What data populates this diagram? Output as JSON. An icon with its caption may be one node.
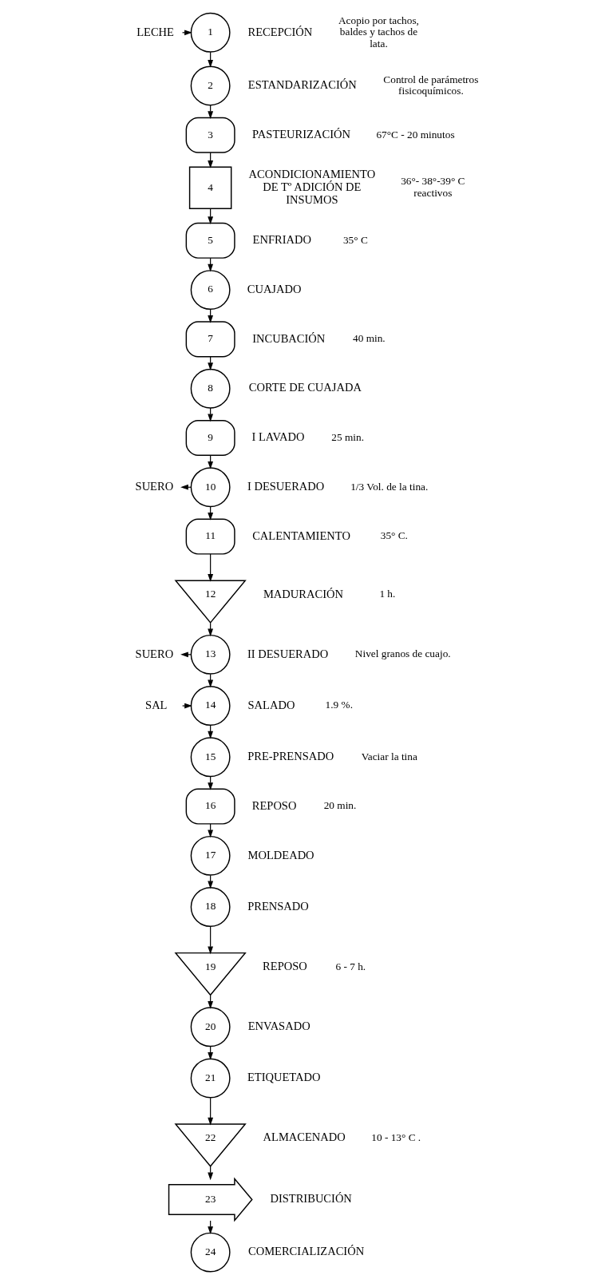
{
  "diagram": {
    "nodes": [
      {
        "text": [
          "LECHE"
        ]
      },
      {
        "text": [
          "1"
        ],
        "beside": [
          "RECEPCIÓN",
          "Acopio por tachos, baldes y tachos de lata."
        ]
      },
      {
        "text": [
          "2"
        ],
        "beside": [
          "ESTANDARIZACIÓN",
          "Control de parámetros fisicoquímicos."
        ]
      },
      {
        "text": [
          "3"
        ],
        "beside": [
          "PASTEURIZACIÓN",
          "67°C - 20 minutos"
        ]
      },
      {
        "text": [
          "4"
        ],
        "beside": [
          "ACONDICIONAMIENTO DE Tº ADICIÓN DE INSUMOS",
          "36°- 38°-39° C reactivos"
        ]
      },
      {
        "text": [
          "5"
        ],
        "beside": [
          "ENFRIADO",
          "35° C"
        ]
      },
      {
        "text": [
          "6"
        ],
        "beside": [
          "CUAJADO"
        ]
      },
      {
        "text": [
          "7"
        ],
        "beside": [
          "INCUBACIÓN",
          "40 min."
        ]
      },
      {
        "text": [
          "8"
        ],
        "beside": [
          "CORTE DE CUAJADA"
        ]
      },
      {
        "text": [
          "9"
        ],
        "beside": [
          "I LAVADO",
          "25 min."
        ]
      },
      {
        "text": [
          "SUERO"
        ]
      },
      {
        "text": [
          "10"
        ],
        "beside": [
          "I DESUERADO",
          "1/3 Vol. de la tina."
        ]
      },
      {
        "text": [
          "11"
        ],
        "beside": [
          "CALENTAMIENTO",
          "35° C."
        ]
      },
      {
        "text": [
          "12"
        ],
        "beside": [
          "MADURACIÓN",
          "1 h."
        ]
      },
      {
        "text": [
          "SUERO"
        ]
      },
      {
        "text": [
          "13"
        ],
        "beside": [
          "II DESUERADO",
          "Nivel granos de cuajo."
        ]
      },
      {
        "text": [
          "SAL"
        ]
      },
      {
        "text": [
          "14"
        ],
        "beside": [
          "SALADO",
          "1.9 %."
        ]
      },
      {
        "text": [
          "15"
        ],
        "beside": [
          "PRE-PRENSADO",
          "Vaciar la tina"
        ]
      },
      {
        "text": [
          "16"
        ],
        "beside": [
          "REPOSO",
          "20 min."
        ]
      },
      {
        "text": [
          "17"
        ],
        "beside": [
          "MOLDEADO"
        ]
      },
      {
        "text": [
          "18"
        ],
        "beside": [
          "PRENSADO"
        ]
      },
      {
        "text": [
          "19"
        ],
        "beside": [
          "REPOSO",
          "6 - 7 h."
        ]
      },
      {
        "text": [
          "20"
        ],
        "beside": [
          "ENVASADO"
        ]
      },
      {
        "text": [
          "21"
        ],
        "beside": [
          "ETIQUETADO"
        ]
      },
      {
        "text": [
          "22"
        ],
        "beside": [
          "ALMACENADO",
          "10 - 13° C ."
        ]
      },
      {
        "text": [
          "23"
        ],
        "beside": [
          "DISTRIBUCIÓN"
        ]
      },
      {
        "text": [
          "24"
        ],
        "beside": [
          "COMERCIALIZACIÓN"
        ]
      }
    ],
    "edges": [
      {
        "from": 0,
        "to": 1,
        "arrow": "to"
      },
      {
        "from": 1,
        "to": 2,
        "arrow": "to"
      },
      {
        "from": 2,
        "to": 3,
        "arrow": "to"
      },
      {
        "from": 3,
        "to": 4,
        "arrow": "to"
      },
      {
        "from": 4,
        "to": 5,
        "arrow": "to"
      },
      {
        "from": 5,
        "to": 6,
        "arrow": "to"
      },
      {
        "from": 6,
        "to": 7,
        "arrow": "to"
      },
      {
        "from": 7,
        "to": 8,
        "arrow": "to"
      },
      {
        "from": 8,
        "to": 9,
        "arrow": "to"
      },
      {
        "from": 9,
        "to": 11,
        "arrow": "to"
      },
      {
        "from": 11,
        "to": 10,
        "arrow": "to"
      },
      {
        "from": 11,
        "to": 12,
        "arrow": "to"
      },
      {
        "from": 12,
        "to": 13,
        "arrow": "to"
      },
      {
        "from": 13,
        "to": 15,
        "arrow": "to"
      },
      {
        "from": 15,
        "to": 14,
        "arrow": "to"
      },
      {
        "from": 15,
        "to": 17,
        "arrow": "to"
      },
      {
        "from": 16,
        "to": 17,
        "arrow": "to"
      },
      {
        "from": 17,
        "to": 18,
        "arrow": "to"
      },
      {
        "from": 18,
        "to": 19,
        "arrow": "to"
      },
      {
        "from": 19,
        "to": 20,
        "arrow": "to"
      },
      {
        "from": 20,
        "to": 21,
        "arrow": "to"
      },
      {
        "from": 21,
        "to": 22,
        "arrow": "to"
      },
      {
        "from": 22,
        "to": 23,
        "arrow": "to"
      },
      {
        "from": 23,
        "to": 24,
        "arrow": "to"
      },
      {
        "from": 24,
        "to": 25,
        "arrow": "to"
      },
      {
        "from": 25,
        "to": 26,
        "arrow": "to"
      },
      {
        "from": 26,
        "to": 27,
        "arrow": "to"
      }
    ]
  }
}
